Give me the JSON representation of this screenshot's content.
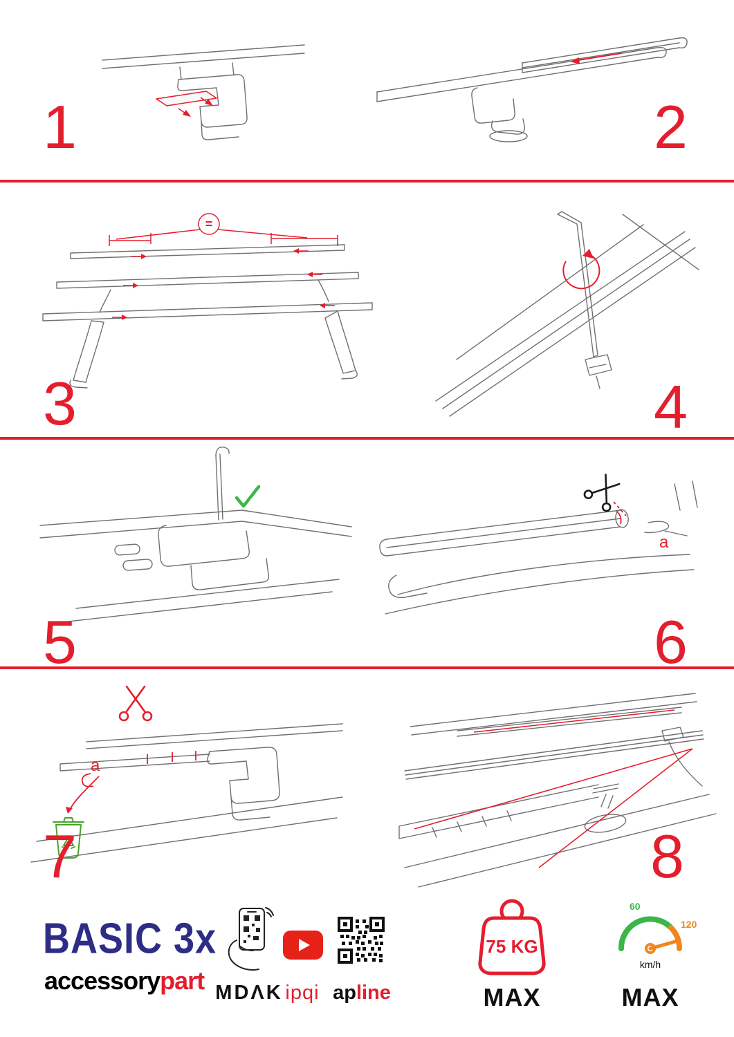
{
  "colors": {
    "accent_red": "#e31e2d",
    "line_gray": "#707070",
    "check_green": "#3cb54a",
    "bin_green": "#4aa32a",
    "brand_navy": "#2e2d85",
    "gauge_orange": "#f0871d",
    "youtube_red": "#e62117"
  },
  "steps": [
    {
      "number": "1"
    },
    {
      "number": "2"
    },
    {
      "number": "3",
      "equal_symbol": "="
    },
    {
      "number": "4"
    },
    {
      "number": "5"
    },
    {
      "number": "6",
      "part_label": "a"
    },
    {
      "number": "7",
      "part_label": "a"
    },
    {
      "number": "8"
    }
  ],
  "footer": {
    "product_name": "BASIC 3x",
    "brand_prefix": "accessory",
    "brand_suffix": "part",
    "app_brand": "MDΛK",
    "video_brand": "ipqi",
    "qr_brand_prefix": "ap",
    "qr_brand_suffix": "line",
    "weight_limit": "75 KG",
    "weight_max_label": "MAX",
    "speed_tick_low": "60",
    "speed_tick_high": "120",
    "speed_unit": "km/h",
    "speed_max_label": "MAX"
  }
}
